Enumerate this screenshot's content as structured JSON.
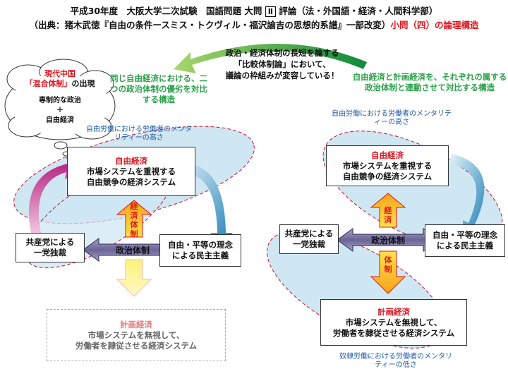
{
  "title": {
    "prefix": "平成30年度　大阪大学二次試験　国語問題 大問",
    "number": "Ⅱ",
    "suffix": "評論（法・外国語・経済・人間科学部）",
    "source": "（出典：猪木武徳『自由の条件ースミス・トクヴィル・福沢諭吉の思想的系譜』一部改変）",
    "question": "小問（四）の論理構造"
  },
  "center_note": [
    "政治・経済体制の長短を論する",
    "「比較体制論」において、",
    "議論の枠組みが変容している！"
  ],
  "left": {
    "caption": "同じ自由経済における、二つの政治体制の優劣を対比する構造",
    "cloud": {
      "title_prefix": "現代中国",
      "title_mid": "「混合体制」",
      "title_suffix": "の出現",
      "line1": "専制的な政治",
      "plus": "＋",
      "line2": "自由経済"
    },
    "mentality": "自由労働における労働者のメンタリティーの高さ",
    "free_economy": {
      "head": "自由経済",
      "line1": "市場システムを重視する",
      "line2": "自由競争の経済システム"
    },
    "economic_system_label": "経済体制",
    "communist": {
      "line1": "共産党による",
      "line2": "一党独裁"
    },
    "political_system_label": "政治体制",
    "democracy": {
      "line1": "自由・平等の理念",
      "line2": "による民主主義"
    },
    "planned_economy": {
      "head": "計画経済",
      "line1": "市場システムを無視して、",
      "line2": "労働者を隷従させる経済システム"
    }
  },
  "right": {
    "caption": "自由経済と計画経済を、それぞれの属する政治体制と連動させて対比する構造",
    "mentality_high": "自由労働における労働者のメンタリティーの高さ",
    "free_economy": {
      "head": "自由経済",
      "line1": "市場システムを重視する",
      "line2": "自由競争の経済システム"
    },
    "economic_upper_label": "経済",
    "economic_lower_label": "体制",
    "communist": {
      "line1": "共産党による",
      "line2": "一党独裁"
    },
    "political_system_label": "政治体制",
    "democracy": {
      "line1": "自由・平等の理念",
      "line2": "による民主主義"
    },
    "planned_economy": {
      "head": "計画経済",
      "line1": "市場システムを無視して、",
      "line2": "労働者を隷従させる経済システム"
    },
    "mentality_low": "奴隷労働における労働者のメンタリティーの低さ"
  },
  "colors": {
    "red": "#e0141e",
    "green": "#2aa14a",
    "blue": "#1f5aa6",
    "ellipse": "#cfe6f3",
    "dashed": "#d0102a"
  }
}
